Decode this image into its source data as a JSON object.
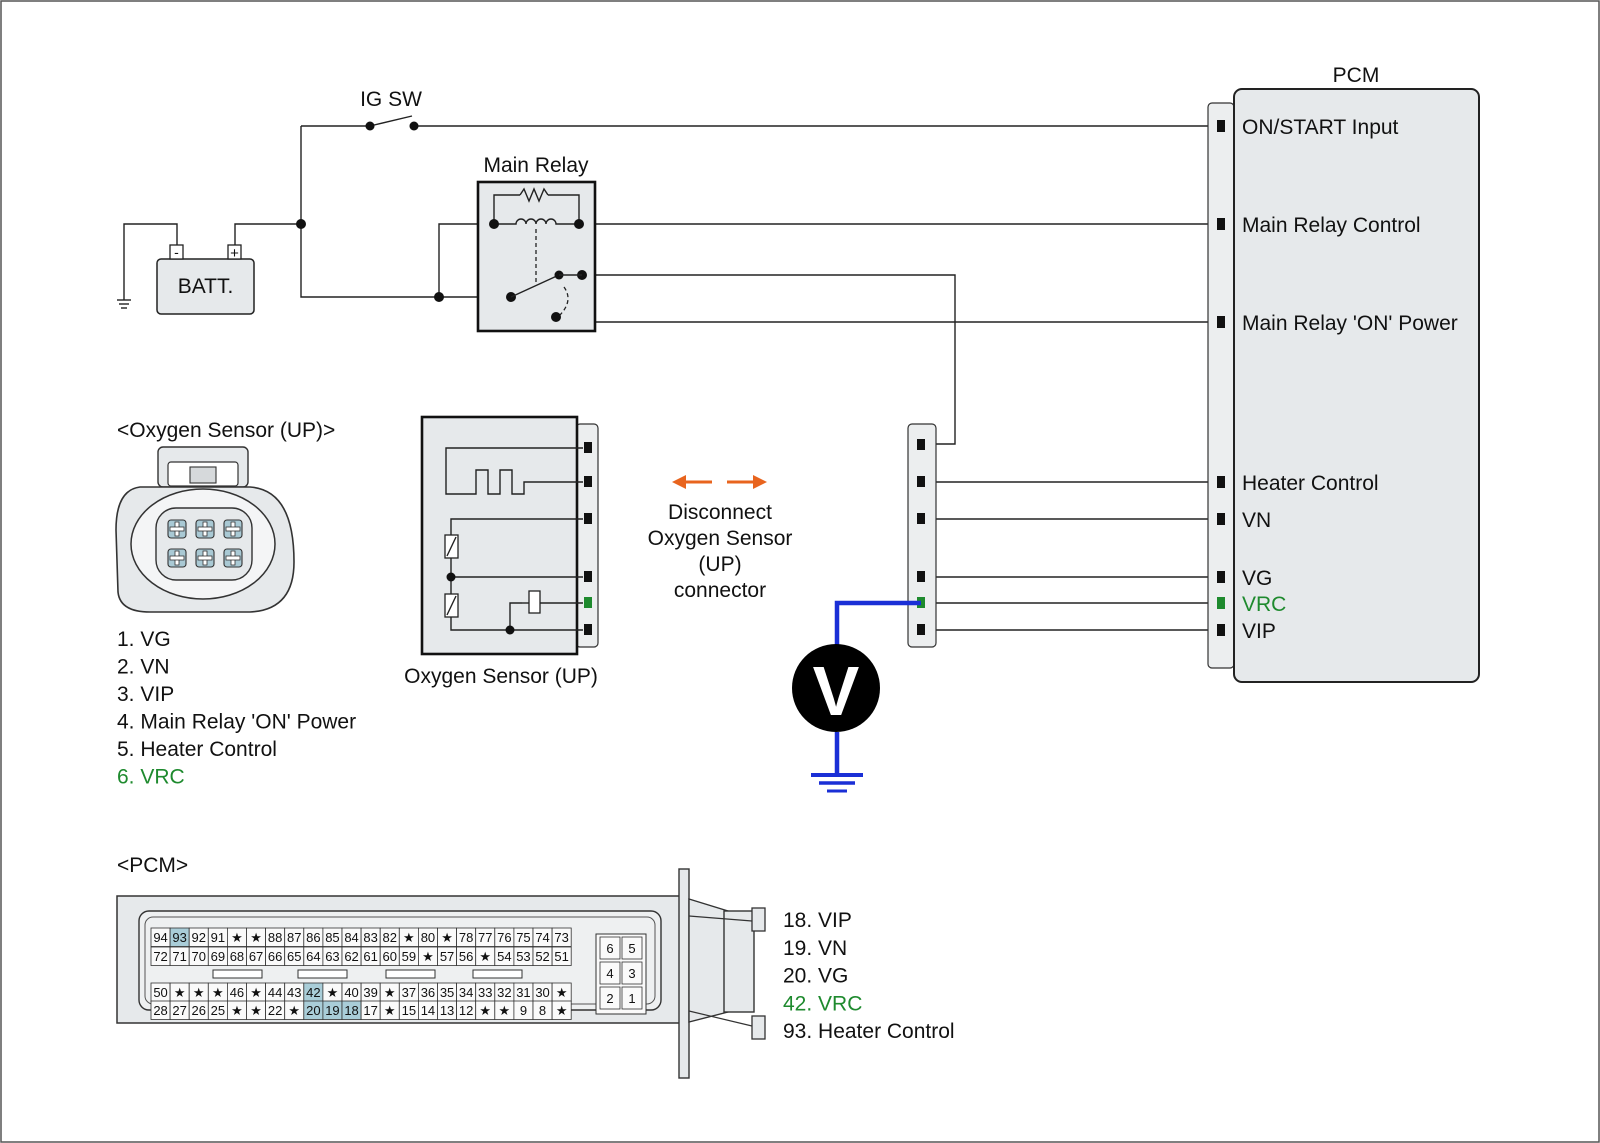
{
  "components": {
    "ig_sw": "IG SW",
    "main_relay": "Main Relay",
    "battery": "BATT.",
    "battery_minus": "-",
    "battery_plus": "+",
    "pcm": "PCM",
    "oxygen_sensor": "Oxygen Sensor (UP)",
    "voltmeter": "V"
  },
  "pcm_terminals": [
    {
      "label": "ON/START Input",
      "color": "#111111"
    },
    {
      "label": "Main Relay Control",
      "color": "#111111"
    },
    {
      "label": "Main Relay 'ON' Power",
      "color": "#111111"
    },
    {
      "label": "Heater Control",
      "color": "#111111"
    },
    {
      "label": "VN",
      "color": "#111111"
    },
    {
      "label": "VG",
      "color": "#111111"
    },
    {
      "label": "VRC",
      "color": "#1e8a2e"
    },
    {
      "label": "VIP",
      "color": "#111111"
    }
  ],
  "disconnect_note": [
    "Disconnect",
    "Oxygen Sensor",
    "(UP)",
    "connector"
  ],
  "oxygen_connector": {
    "title": "<Oxygen Sensor (UP)>",
    "pins": [
      {
        "text": "1. VG",
        "highlight": false
      },
      {
        "text": "2. VN",
        "highlight": false
      },
      {
        "text": "3. VIP",
        "highlight": false
      },
      {
        "text": "4. Main Relay 'ON' Power",
        "highlight": false
      },
      {
        "text": "5. Heater Control",
        "highlight": false
      },
      {
        "text": "6. VRC",
        "highlight": true
      }
    ]
  },
  "pcm_connector": {
    "title": "<PCM>",
    "rows": [
      [
        "94",
        "93",
        "92",
        "91",
        "★",
        "★",
        "88",
        "87",
        "86",
        "85",
        "84",
        "83",
        "82",
        "★",
        "80",
        "★",
        "78",
        "77",
        "76",
        "75",
        "74",
        "73"
      ],
      [
        "72",
        "71",
        "70",
        "69",
        "68",
        "67",
        "66",
        "65",
        "64",
        "63",
        "62",
        "61",
        "60",
        "59",
        "★",
        "57",
        "56",
        "★",
        "54",
        "53",
        "52",
        "51"
      ],
      [
        "50",
        "★",
        "★",
        "★",
        "46",
        "★",
        "44",
        "43",
        "42",
        "★",
        "40",
        "39",
        "★",
        "37",
        "36",
        "35",
        "34",
        "33",
        "32",
        "31",
        "30",
        "★"
      ],
      [
        "28",
        "27",
        "26",
        "25",
        "★",
        "★",
        "22",
        "★",
        "20",
        "19",
        "18",
        "17",
        "★",
        "15",
        "14",
        "13",
        "12",
        "★",
        "★",
        "9",
        "8",
        "★"
      ]
    ],
    "highlighted": [
      "93",
      "42",
      "20",
      "19",
      "18"
    ],
    "small_block": [
      "6",
      "5",
      "4",
      "3",
      "2",
      "1"
    ],
    "pins": [
      {
        "text": "18. VIP",
        "highlight": false
      },
      {
        "text": "19. VN",
        "highlight": false
      },
      {
        "text": "20. VG",
        "highlight": false
      },
      {
        "text": "42. VRC",
        "highlight": true
      },
      {
        "text": "93. Heater Control",
        "highlight": false
      }
    ]
  },
  "colors": {
    "highlight_text": "#1e8a2e",
    "meter_lead": "#1a2fd6",
    "arrow": "#e8641e",
    "pin_highlight": "#a9cdd8"
  }
}
